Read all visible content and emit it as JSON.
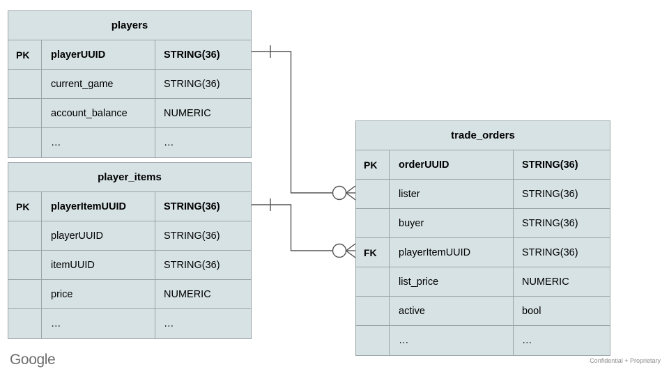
{
  "diagram": {
    "type": "entity-relationship-diagram",
    "background_color": "#ffffff",
    "table_fill_color": "#d7e2e4",
    "table_border_color": "#9aa4a6",
    "line_color": "#555555",
    "tables": [
      {
        "id": "players",
        "title": "players",
        "columns_header": [
          "key",
          "name",
          "type"
        ],
        "rows": [
          {
            "key": "PK",
            "name": "playerUUID",
            "type": "STRING(36)",
            "primary": true
          },
          {
            "key": "",
            "name": "current_game",
            "type": "STRING(36)",
            "primary": false
          },
          {
            "key": "",
            "name": "account_balance",
            "type": "NUMERIC",
            "primary": false
          },
          {
            "key": "",
            "name": "…",
            "type": "…",
            "primary": false
          }
        ]
      },
      {
        "id": "player_items",
        "title": "player_items",
        "columns_header": [
          "key",
          "name",
          "type"
        ],
        "rows": [
          {
            "key": "PK",
            "name": "playerItemUUID",
            "type": "STRING(36)",
            "primary": true
          },
          {
            "key": "",
            "name": "playerUUID",
            "type": "STRING(36)",
            "primary": false
          },
          {
            "key": "",
            "name": "itemUUID",
            "type": "STRING(36)",
            "primary": false
          },
          {
            "key": "",
            "name": "price",
            "type": "NUMERIC",
            "primary": false
          },
          {
            "key": "",
            "name": "…",
            "type": "…",
            "primary": false
          }
        ]
      },
      {
        "id": "trade_orders",
        "title": "trade_orders",
        "columns_header": [
          "key",
          "name",
          "type"
        ],
        "rows": [
          {
            "key": "PK",
            "name": "orderUUID",
            "type": "STRING(36)",
            "primary": true
          },
          {
            "key": "",
            "name": "lister",
            "type": "STRING(36)",
            "primary": false
          },
          {
            "key": "",
            "name": "buyer",
            "type": "STRING(36)",
            "primary": false
          },
          {
            "key": "FK",
            "name": "playerItemUUID",
            "type": "STRING(36)",
            "primary": false
          },
          {
            "key": "",
            "name": "list_price",
            "type": "NUMERIC",
            "primary": false
          },
          {
            "key": "",
            "name": "active",
            "type": "bool",
            "primary": false
          },
          {
            "key": "",
            "name": "…",
            "type": "…",
            "primary": false
          }
        ]
      }
    ],
    "relationships": [
      {
        "id": "players-to-trade-orders",
        "from_table": "players",
        "from_field": "playerUUID",
        "from_cardinality": "one",
        "to_table": "trade_orders",
        "to_field": "lister",
        "to_cardinality": "zero-or-many"
      },
      {
        "id": "player-items-to-trade-orders",
        "from_table": "player_items",
        "from_field": "playerItemUUID",
        "from_cardinality": "one",
        "to_table": "trade_orders",
        "to_field": "playerItemUUID",
        "to_cardinality": "zero-or-many"
      }
    ]
  },
  "footer": {
    "logo_text": "Google",
    "confidentiality_note": "Confidential + Proprietary"
  }
}
